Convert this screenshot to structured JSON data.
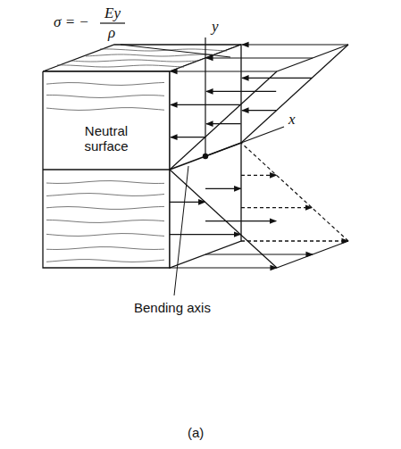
{
  "diagram": {
    "labels": [
      "σ = −",
      "Ey",
      "ρ",
      "y",
      "x",
      "Neutral surface",
      "Bending axis",
      "(a)"
    ]
  }
}
